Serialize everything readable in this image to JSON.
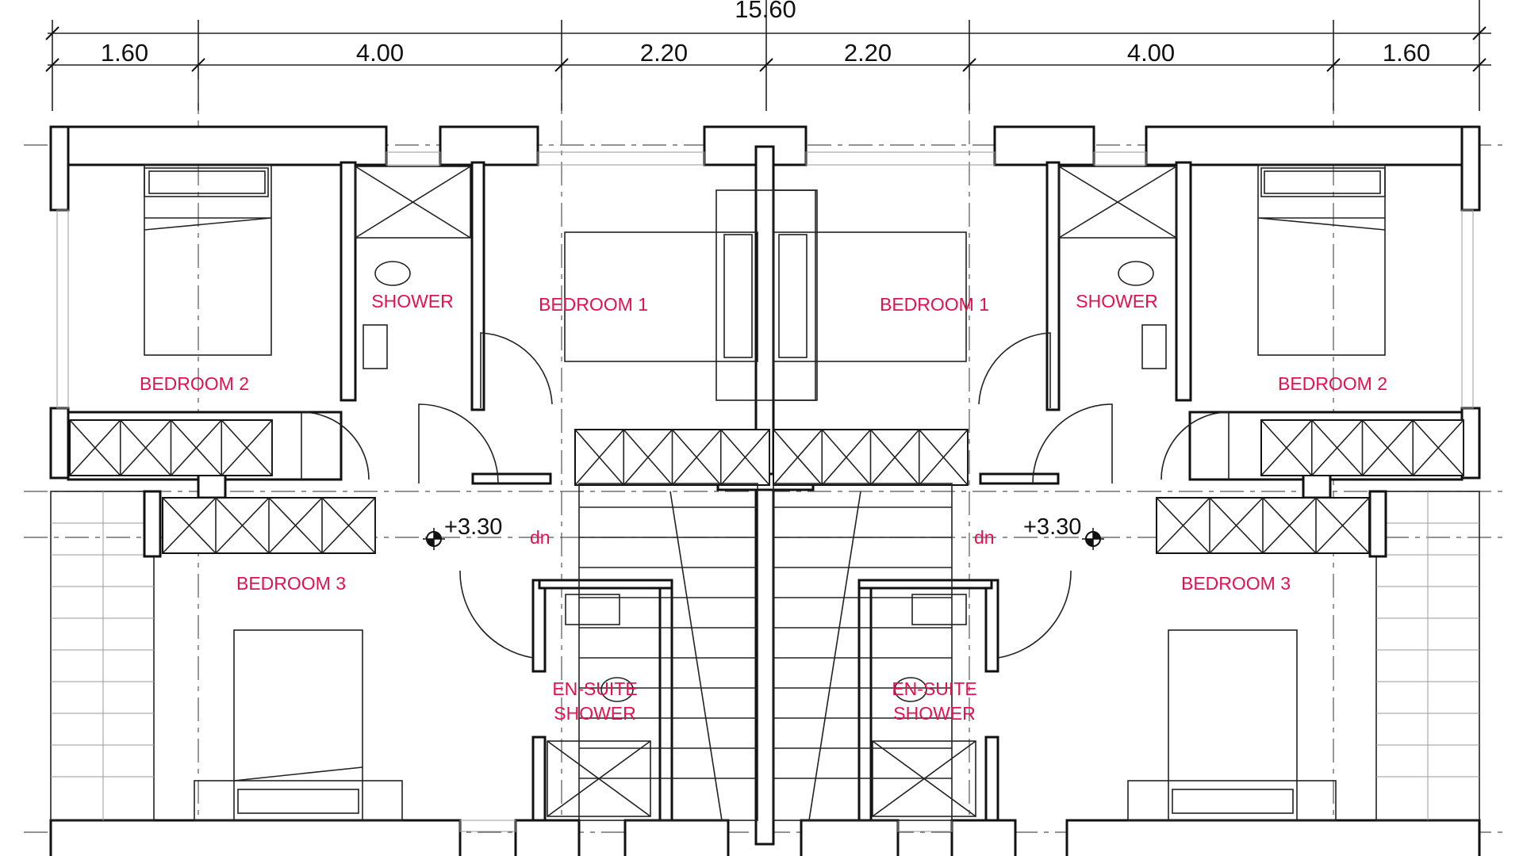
{
  "dimensions": {
    "overall": "15.60",
    "segments": [
      "1.60",
      "4.00",
      "2.20",
      "2.20",
      "4.00",
      "1.60"
    ]
  },
  "levels": {
    "left": "+3.30",
    "right": "+3.30"
  },
  "stair": {
    "left_direction": "dn",
    "right_direction": "dn"
  },
  "rooms": {
    "left": {
      "bedroom_1": "BEDROOM 1",
      "bedroom_2": "BEDROOM 2",
      "bedroom_3": "BEDROOM 3",
      "shower": "SHOWER",
      "ensuite_line1": "EN-SUITE",
      "ensuite_line2": "SHOWER"
    },
    "right": {
      "bedroom_1": "BEDROOM 1",
      "bedroom_2": "BEDROOM 2",
      "bedroom_3": "BEDROOM 3",
      "shower": "SHOWER",
      "ensuite_line1": "EN-SUITE",
      "ensuite_line2": "SHOWER"
    }
  },
  "colors": {
    "room_label": "#e2124f",
    "linework": "#111111",
    "background": "#ffffff"
  }
}
